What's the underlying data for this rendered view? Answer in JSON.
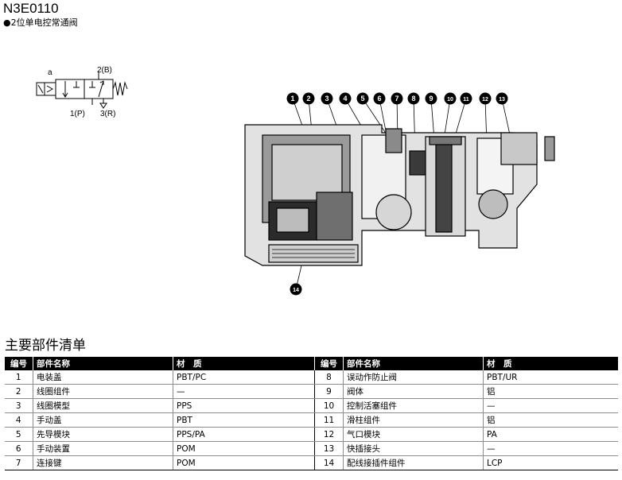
{
  "header": {
    "model": "N3E0110",
    "bullet": "●",
    "description": "2位单电控常通阀"
  },
  "symbol": {
    "label_a": "a",
    "label_2b": "2(B)",
    "label_1p": "1(P)",
    "label_3r": "3(R)"
  },
  "callouts": [
    "1",
    "2",
    "3",
    "4",
    "5",
    "6",
    "7",
    "8",
    "9",
    "10",
    "11",
    "12",
    "13",
    "14"
  ],
  "parts_list": {
    "heading": "主要部件清单",
    "columns": [
      "编号",
      "部件名称",
      "材　质",
      "编号",
      "部件名称",
      "材　质"
    ],
    "left_rows": [
      {
        "no": "1",
        "name": "电装盖",
        "material": "PBT/PC"
      },
      {
        "no": "2",
        "name": "线圈组件",
        "material": "—"
      },
      {
        "no": "3",
        "name": "线圈模型",
        "material": "PPS"
      },
      {
        "no": "4",
        "name": "手动盖",
        "material": "PBT"
      },
      {
        "no": "5",
        "name": "先导模块",
        "material": "PPS/PA"
      },
      {
        "no": "6",
        "name": "手动装置",
        "material": "POM"
      },
      {
        "no": "7",
        "name": "连接键",
        "material": "POM"
      }
    ],
    "right_rows": [
      {
        "no": "8",
        "name": "误动作防止阀",
        "material": "PBT/UR"
      },
      {
        "no": "9",
        "name": "阀体",
        "material": "铝"
      },
      {
        "no": "10",
        "name": "控制活塞组件",
        "material": "—"
      },
      {
        "no": "11",
        "name": "滑柱组件",
        "material": "铝"
      },
      {
        "no": "12",
        "name": "气口模块",
        "material": "PA"
      },
      {
        "no": "13",
        "name": "快插接头",
        "material": "—"
      },
      {
        "no": "14",
        "name": "配线接插件组件",
        "material": "LCP"
      }
    ]
  }
}
